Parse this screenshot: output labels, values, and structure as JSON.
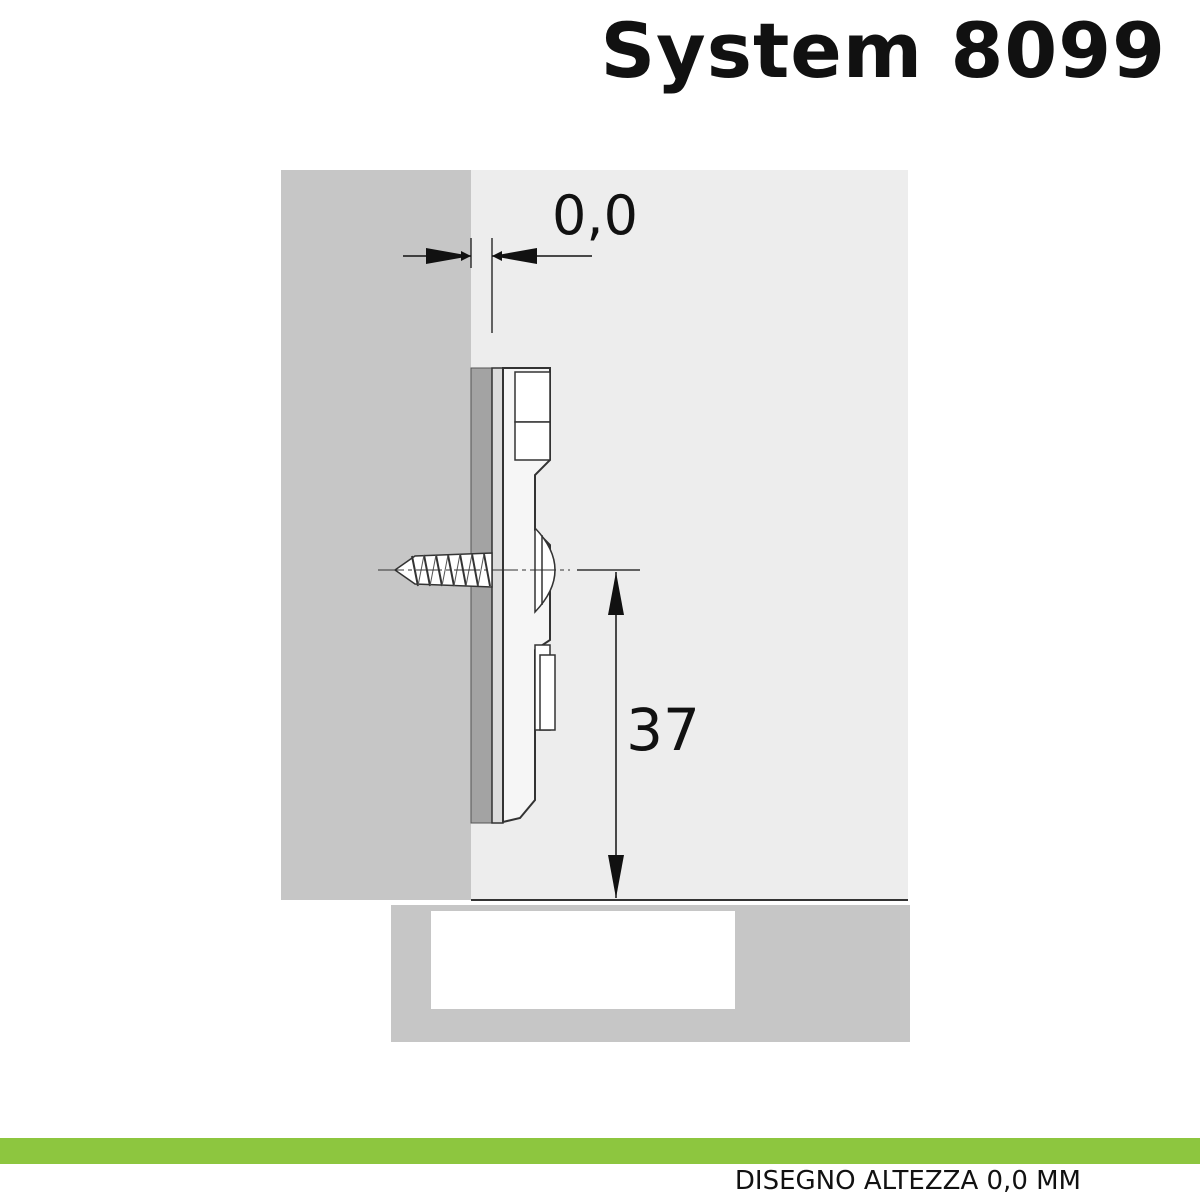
{
  "header": {
    "title": "System 8099"
  },
  "dimensions": {
    "offset_label": "0,0",
    "height_label": "37"
  },
  "footer": {
    "caption": "DISEGNO ALTEZZA 0,0 MM"
  },
  "colors": {
    "side_panel": "#c6c6c6",
    "cabinet_wall": "#ededed",
    "door": "#c6c6c6",
    "footer_bar": "#8dc63f"
  }
}
